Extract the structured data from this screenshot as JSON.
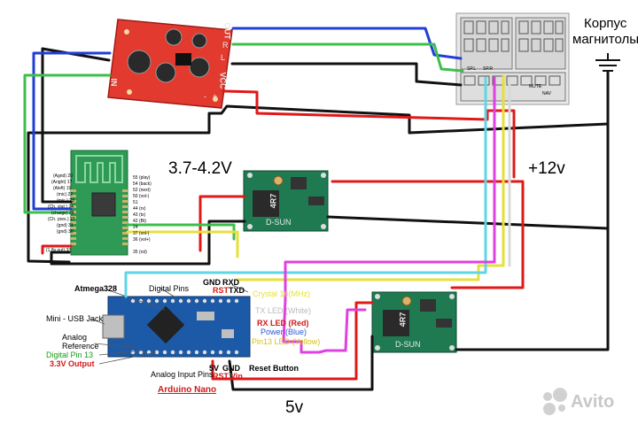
{
  "labels": {
    "voltage_in": "3.7-4.2V",
    "supply_12v": "+12v",
    "supply_5v": "5v",
    "chassis_line1": "Корпус",
    "chassis_line2": "магнитолы",
    "watermark": "Avito"
  },
  "amp_board": {
    "out": "OUT",
    "r": "R",
    "l": "L",
    "vcc": "VCC",
    "in": "IN",
    "plus": "+",
    "minus": "-"
  },
  "converter": {
    "marking": "4R7",
    "brand": "D-SUN"
  },
  "bt_module": {
    "pins_left": [
      "(Agnd) 20",
      "(Aright) 17",
      "(Aleft) 19",
      "(mic) 22",
      "(mic-) 23",
      "(Ch. stat.) 24",
      "(charge) 28",
      "(Ch. pres.) 27",
      "(gnd) 31",
      "(gnd) 30",
      "(1.8v out) 33"
    ],
    "pins_right": [
      "55 (play)",
      "54 (back)",
      "52 (next)",
      "50 (vol-)",
      "51",
      "44 (rx)",
      "43 (tx)",
      "42 (Bt)",
      "24",
      "37 (vol-)",
      "36 (vol+)",
      "",
      "35 (rst)"
    ]
  },
  "arduino": {
    "atmega": "Atmega328",
    "digital_pins": "Digital Pins",
    "usb": "Mini - USB Jack",
    "analog_ref": "Analog\nReference",
    "digital13": "Digital Pin 13",
    "out33": "3.3V Output",
    "analog_pins": "Analog Input Pins",
    "name": "Arduino Nano",
    "crystal": "Crystal 16(MHz)",
    "tx_led": "TX LED (White)",
    "rx_led": "RX LED (Red)",
    "power_led": "Power (Blue)",
    "pin13_led": "Pin13 LED (Yellow)",
    "gnd_top": "GND",
    "rxd": "RXD",
    "rst_top": "RST",
    "txd": "TXD",
    "v5": "5V",
    "gnd_bot": "GND",
    "rst_bot": "RST",
    "vin": "Vin",
    "reset": "Reset Button"
  },
  "radio": {
    "mute": "MUTE",
    "nav": "NAV",
    "sp_l": "SP.L",
    "sp_r": "SP.R"
  },
  "wire_colors": {
    "black": "#111111",
    "red": "#e01818",
    "blue": "#1f3fd6",
    "green": "#3cbf4a",
    "yellow": "#e6e03a",
    "cyan": "#5fd6e6",
    "magenta": "#e040e0",
    "white": "#d8d8d8"
  }
}
